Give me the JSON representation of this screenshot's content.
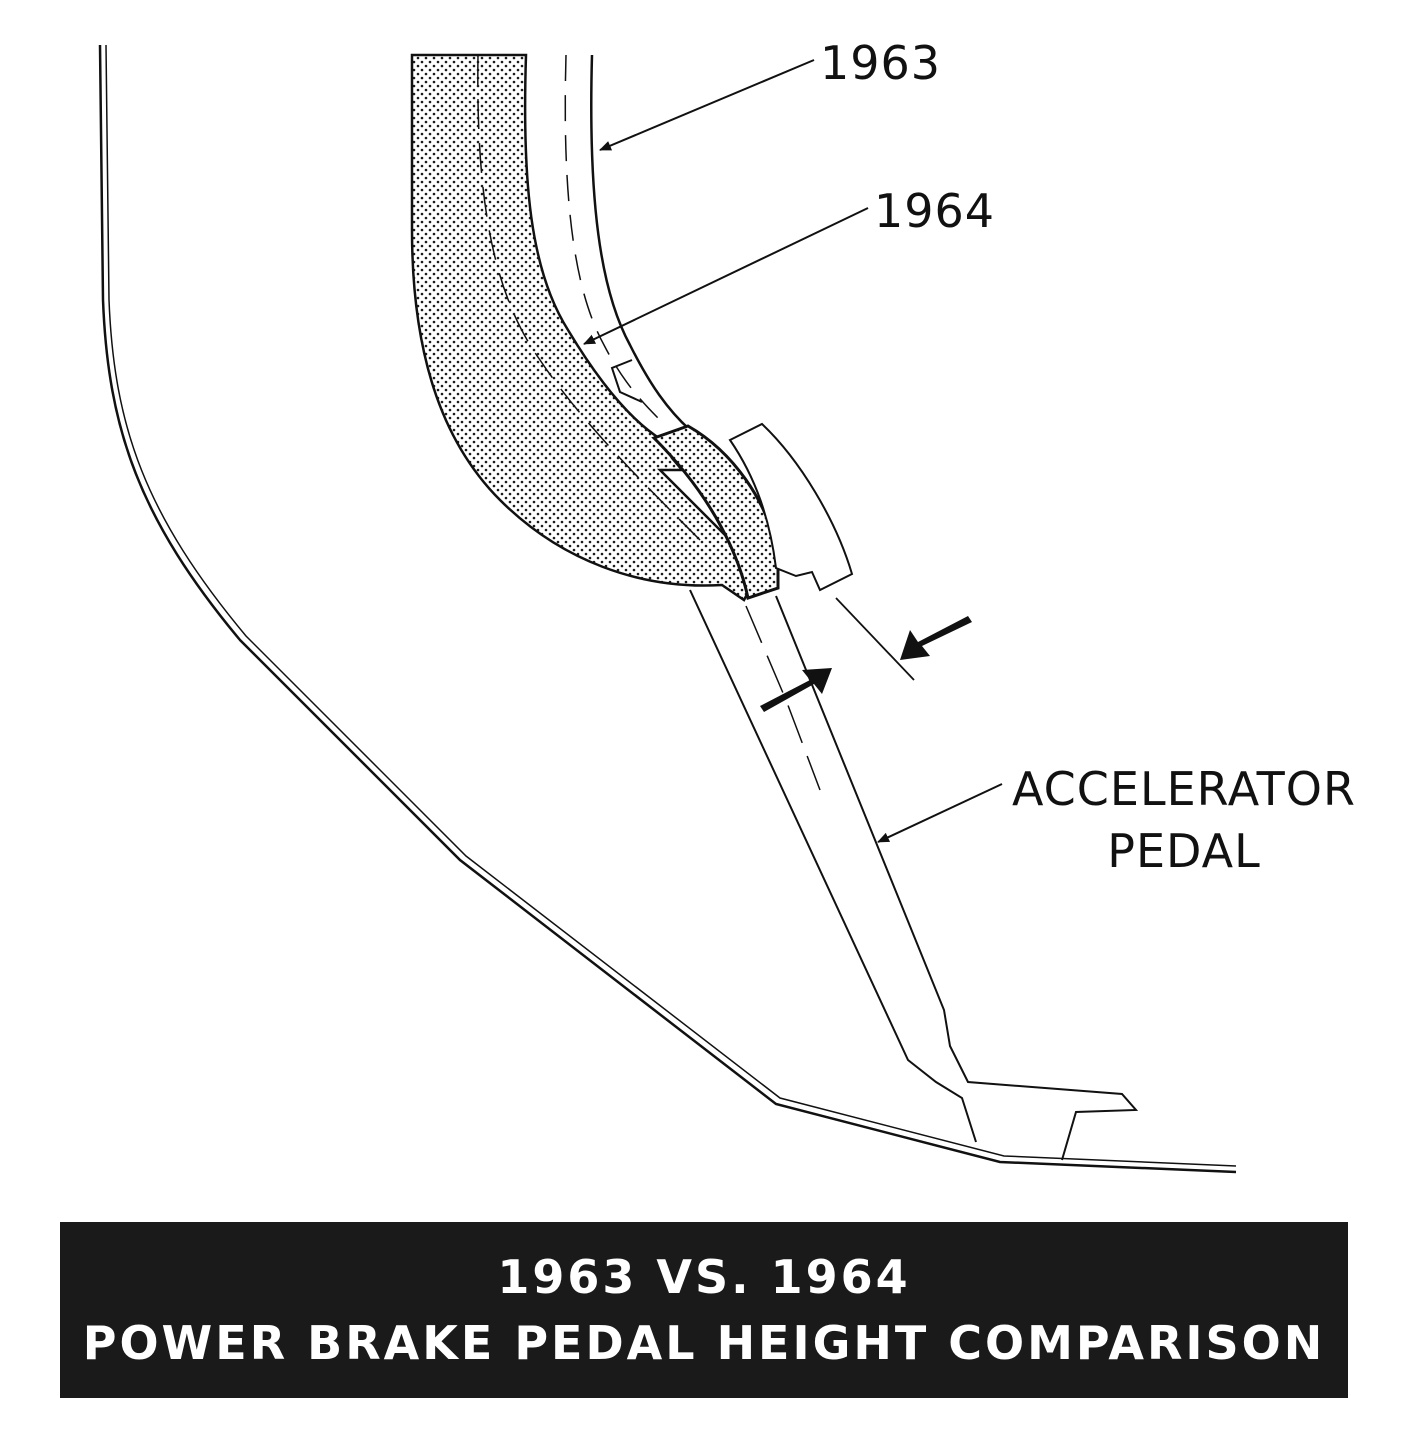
{
  "labels": {
    "pedal_1963": "1963",
    "pedal_1964": "1964",
    "accelerator_line1": "ACCELERATOR",
    "accelerator_line2": "PEDAL"
  },
  "caption": {
    "line1": "1963 VS. 1964",
    "line2": "POWER BRAKE PEDAL HEIGHT COMPARISON"
  },
  "colors": {
    "ink": "#111111",
    "caption_background": "#1a1a1a",
    "caption_text": "#ffffff",
    "stipple": "#1a1a1a"
  }
}
